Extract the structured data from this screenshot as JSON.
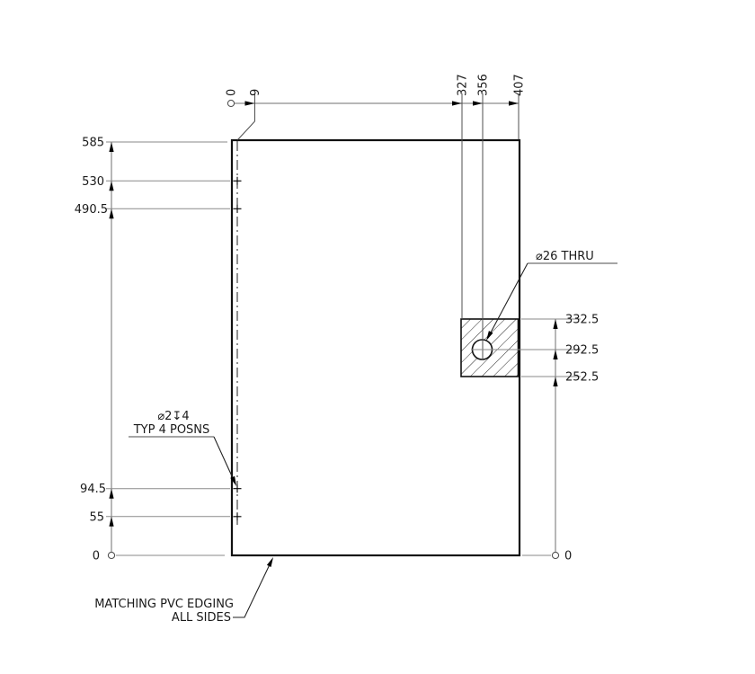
{
  "colors": {
    "background": "#ffffff",
    "ink": "#1a1a1a",
    "dim_line": "#6f6f6f",
    "witness_line": "#8a8a8a"
  },
  "dims": {
    "top": [
      "0",
      "9",
      "327",
      "356",
      "407"
    ],
    "left": [
      "585",
      "530",
      "490.5",
      "94.5",
      "55",
      "0"
    ],
    "right": [
      "332.5",
      "292.5",
      "252.5",
      "0"
    ]
  },
  "notes": {
    "small_hole_spec": "⌀2↧4",
    "small_hole_qty": "TYP 4 POSNS",
    "large_hole_spec": "⌀26 THRU",
    "edging_line1": "MATCHING PVC EDGING",
    "edging_line2": "ALL SIDES"
  }
}
